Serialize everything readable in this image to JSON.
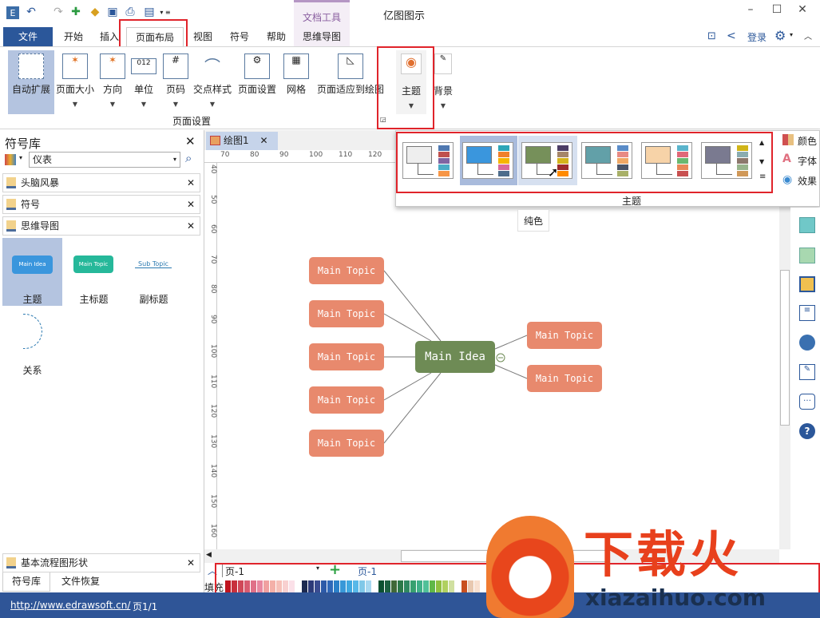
{
  "app": {
    "title": "亿图图示",
    "context_tab": "文档工具"
  },
  "tabs": [
    {
      "label": "文件"
    },
    {
      "label": "开始"
    },
    {
      "label": "插入"
    },
    {
      "label": "页面布局"
    },
    {
      "label": "视图"
    },
    {
      "label": "符号"
    },
    {
      "label": "帮助"
    },
    {
      "label": "思维导图"
    }
  ],
  "header_right": {
    "login": "登录"
  },
  "ribbon": {
    "buttons": [
      {
        "label": "自动扩展"
      },
      {
        "label": "页面大小"
      },
      {
        "label": "方向"
      },
      {
        "label": "单位"
      },
      {
        "label": "页码"
      },
      {
        "label": "交点样式"
      },
      {
        "label": "页面设置"
      },
      {
        "label": "网格"
      },
      {
        "label": "页面适应到绘图"
      }
    ],
    "group_label": "页面设置",
    "theme_label": "主题",
    "background_label": "背景"
  },
  "theme_gallery": {
    "label": "主题",
    "tooltip": "纯色",
    "side": [
      {
        "label": "颜色"
      },
      {
        "label": "字体"
      },
      {
        "label": "效果"
      }
    ],
    "themes": [
      {
        "main": "#eeeeee",
        "swatches": [
          "#4f78b0",
          "#c0504d",
          "#8064a2",
          "#4bacc6",
          "#f79646"
        ]
      },
      {
        "main": "#3a96dd",
        "swatches": [
          "#2ea6b8",
          "#f0802c",
          "#f6b500",
          "#d96a9a",
          "#4e6d8c"
        ]
      },
      {
        "main": "#76905a",
        "swatches": [
          "#4b3d66",
          "#a5866a",
          "#d4b41c",
          "#9c2c2c",
          "#ff8a00"
        ]
      },
      {
        "main": "#62a0a8",
        "swatches": [
          "#5a8cc8",
          "#e88a84",
          "#f0a866",
          "#4a5468",
          "#a8b068"
        ]
      },
      {
        "main": "#f7d3a8",
        "swatches": [
          "#5ab4cc",
          "#e06878",
          "#6ab870",
          "#e88858",
          "#c85050"
        ]
      },
      {
        "main": "#7a7a90",
        "swatches": [
          "#d0b418",
          "#8aacb0",
          "#8c786c",
          "#98b48c",
          "#d09858"
        ]
      }
    ]
  },
  "library": {
    "title": "符号库",
    "search_value": "仪表",
    "sections": [
      {
        "label": "头脑风暴"
      },
      {
        "label": "符号"
      },
      {
        "label": "思维导图"
      }
    ],
    "shapes": [
      {
        "label": "主题",
        "preview": "Main Idea"
      },
      {
        "label": "主标题",
        "preview": "Main Topic"
      },
      {
        "label": "副标题",
        "preview": "Sub Topic"
      },
      {
        "label": "关系"
      }
    ],
    "bottom_section": "基本流程图形状",
    "bottom_tabs": [
      {
        "label": "符号库"
      },
      {
        "label": "文件恢复"
      }
    ]
  },
  "document": {
    "tab": "绘图1",
    "ruler_top": [
      "70",
      "80",
      "90",
      "100",
      "110",
      "120"
    ],
    "ruler_left": [
      "40",
      "50",
      "60",
      "70",
      "80",
      "90",
      "100",
      "110",
      "120",
      "130",
      "140",
      "150",
      "160"
    ],
    "main_idea": "Main Idea",
    "left_topics": [
      "Main Topic",
      "Main Topic",
      "Main Topic",
      "Main Topic",
      "Main Topic"
    ],
    "right_topics": [
      "Main Topic",
      "Main Topic"
    ],
    "colors": {
      "topic": "#e8896d",
      "main": "#6e8b55"
    }
  },
  "pages": {
    "selector": "页-1",
    "active": "页-1",
    "fill_label": "填充",
    "palette": [
      "#c0151f",
      "#c8303c",
      "#d04858",
      "#d85c70",
      "#e07088",
      "#e888a0",
      "#f0a0a0",
      "#f4b0a8",
      "#f6c0b8",
      "#f8d0d0",
      "#fbe0e8",
      "#fff",
      "#1c2a50",
      "#2c3a78",
      "#3a4c90",
      "#2c5aa8",
      "#3068b8",
      "#2c80c8",
      "#3898d8",
      "#40a8e0",
      "#58b8e8",
      "#80c8e8",
      "#a8d8f0",
      "#fff",
      "#0c5030",
      "#1c6040",
      "#406838",
      "#2c7848",
      "#308860",
      "#38a070",
      "#40b088",
      "#50c098",
      "#60b848",
      "#90c040",
      "#b0d060",
      "#d0e0a0",
      "#fff",
      "#c85020",
      "#e8c8b0",
      "#f8e0d0"
    ]
  },
  "status": {
    "url": "http://www.edrawsoft.cn/",
    "page": "页1/1"
  },
  "watermark": {
    "text": "下载火",
    "url": "xiazaihuo.com"
  }
}
